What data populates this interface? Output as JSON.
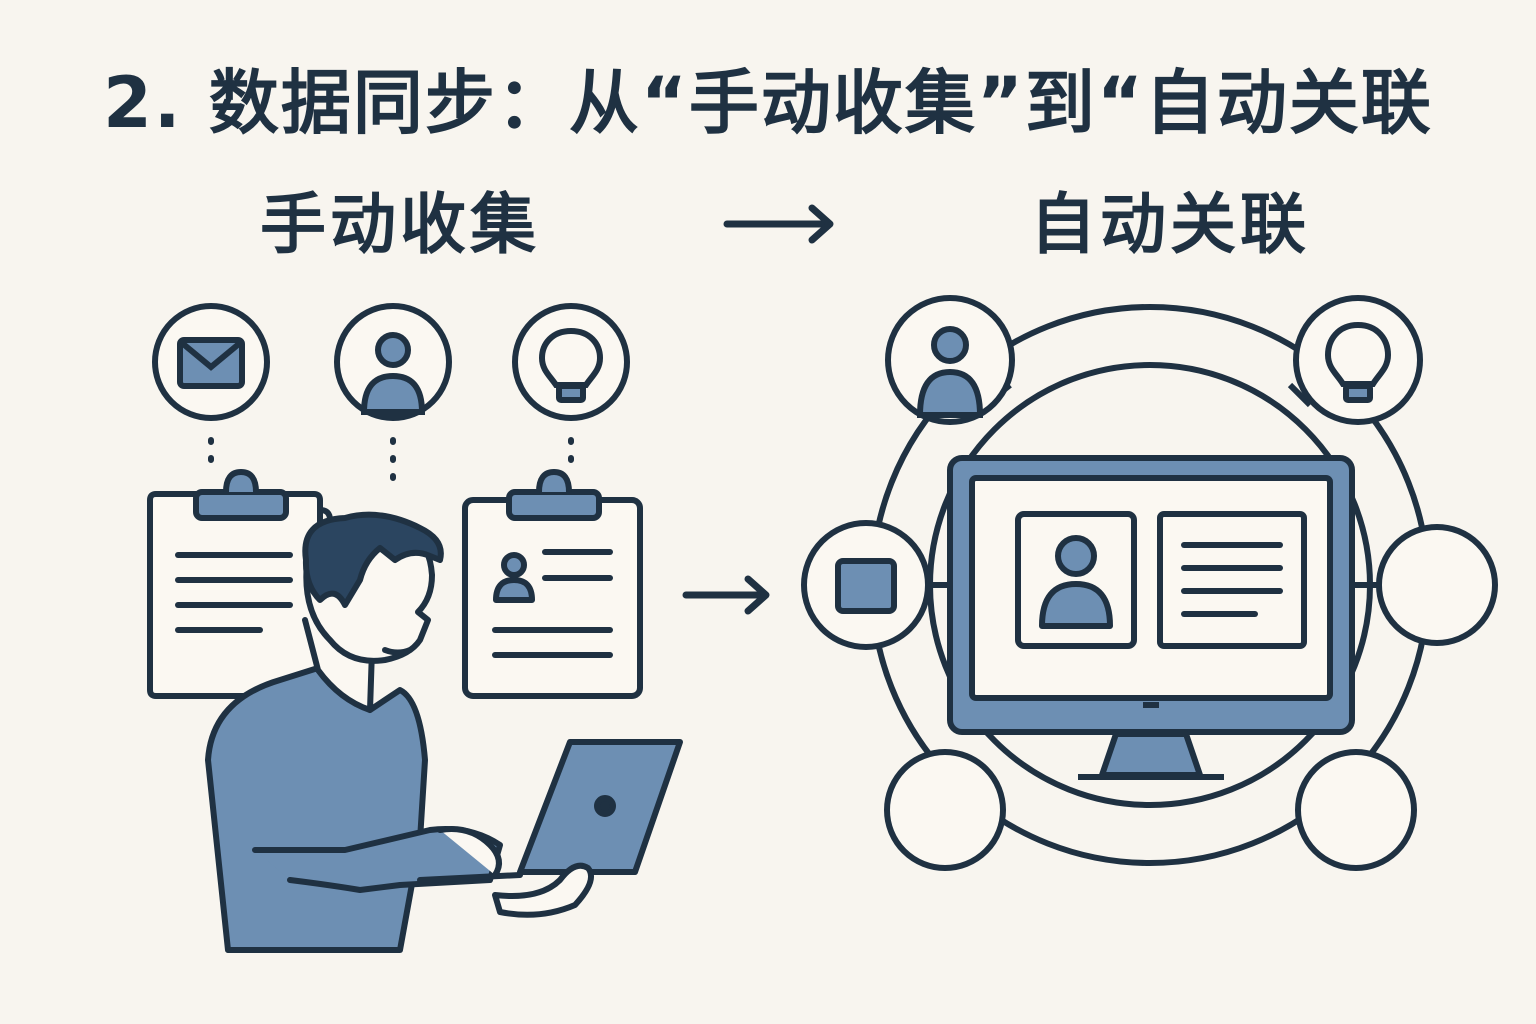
{
  "title": "2. 数据同步：从“手动收集”到“自动关联",
  "left_heading": "手动收集",
  "right_heading": "自动关联",
  "colors": {
    "background": "#f8f5ef",
    "ink": "#1f3142",
    "accent_fill": "#6d8fb3",
    "paper": "#fbf8f2"
  },
  "icons": {
    "manual": [
      "envelope-icon",
      "person-icon",
      "lightbulb-icon"
    ],
    "auto_nodes": [
      "person-icon",
      "lightbulb-icon",
      "square-icon",
      "empty-node",
      "empty-node",
      "empty-node"
    ],
    "center": "monitor-icon"
  }
}
